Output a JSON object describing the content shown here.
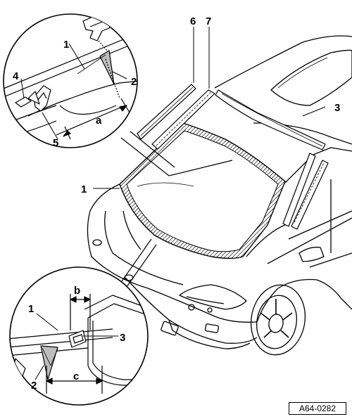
{
  "figure": {
    "reference": "A64-0282",
    "callouts": [
      {
        "id": "c1-top",
        "text": "1"
      },
      {
        "id": "c2-top",
        "text": "2"
      },
      {
        "id": "c3-right",
        "text": "3"
      },
      {
        "id": "c4-top",
        "text": "4"
      },
      {
        "id": "c5-top",
        "text": "5"
      },
      {
        "id": "c6",
        "text": "6"
      },
      {
        "id": "c7",
        "text": "7"
      },
      {
        "id": "c1-main",
        "text": "1"
      },
      {
        "id": "ca",
        "text": "a"
      },
      {
        "id": "cb",
        "text": "b"
      },
      {
        "id": "c1-bottom",
        "text": "1"
      },
      {
        "id": "c3-bottom",
        "text": "3"
      },
      {
        "id": "c2-bottom",
        "text": "2"
      },
      {
        "id": "cc",
        "text": "c"
      }
    ]
  },
  "colors": {
    "line": "#000000",
    "background": "#ffffff",
    "shade": "#bdbdbd"
  }
}
